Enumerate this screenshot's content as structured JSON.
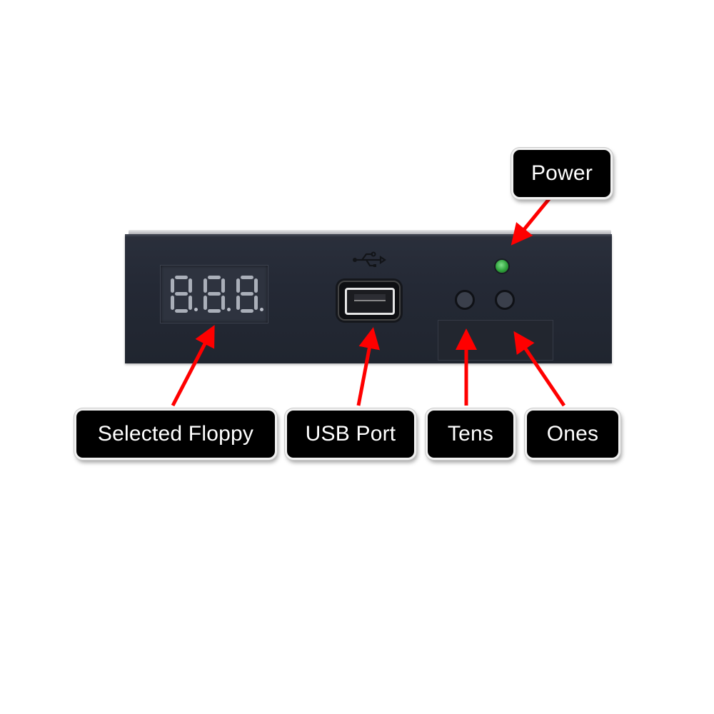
{
  "device": {
    "display_digits": [
      "8",
      "8",
      "8"
    ],
    "usb_logo": "usb-icon",
    "led_color": "#2ea23b",
    "body_color": "#242935"
  },
  "callouts": {
    "power": "Power",
    "selected_floppy": "Selected Floppy",
    "usb_port": "USB Port",
    "tens": "Tens",
    "ones": "Ones"
  },
  "colors": {
    "arrow": "#ff0000",
    "callout_bg": "#000000",
    "callout_text": "#ffffff"
  }
}
